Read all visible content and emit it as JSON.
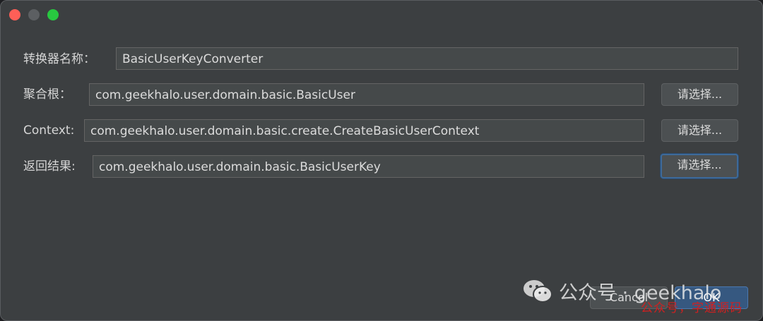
{
  "dialog": {
    "rows": [
      {
        "label": "转换器名称：",
        "value": "BasicUserKeyConverter"
      },
      {
        "label": "聚合根：",
        "value": "com.geekhalo.user.domain.basic.BasicUser",
        "button": "请选择..."
      },
      {
        "label": "Context:",
        "value": "com.geekhalo.user.domain.basic.create.CreateBasicUserContext",
        "button": "请选择..."
      },
      {
        "label": "返回结果:",
        "value": "com.geekhalo.user.domain.basic.BasicUserKey",
        "button": "请选择..."
      }
    ],
    "footer": {
      "cancel": "Cancel",
      "ok": "OK"
    }
  },
  "watermark": {
    "text": "公众号 · geekhalo",
    "caption": "公众号，字通源码",
    "icon": "wechat-icon"
  },
  "colors": {
    "window_bg": "#3c3f41",
    "field_bg": "#45494a",
    "ok_button": "#365880",
    "close": "#fe5f57",
    "zoom": "#28c840"
  }
}
